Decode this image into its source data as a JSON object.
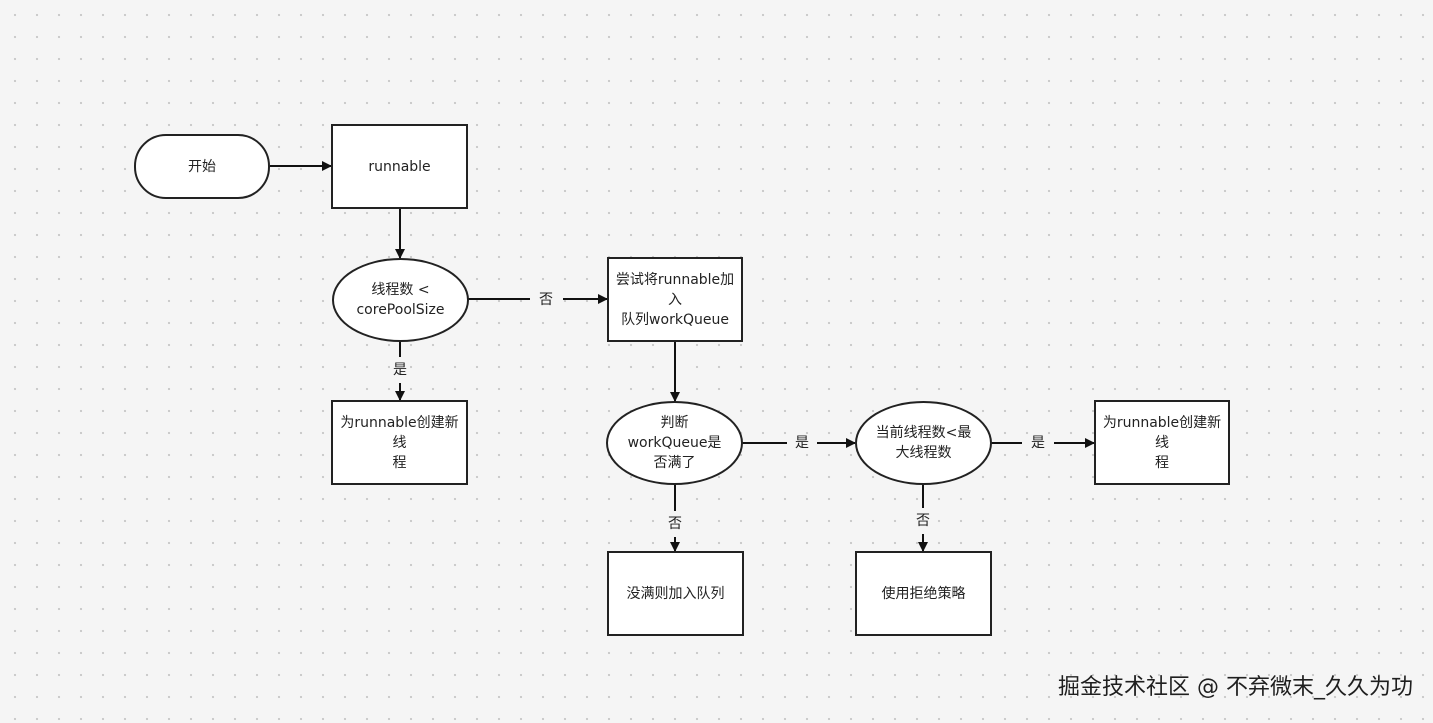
{
  "diagram": {
    "nodes": {
      "start": "开始",
      "runnable": "runnable",
      "check_core": "线程数 <\ncorePoolSize",
      "create_thread_1": "为runnable创建新线\n程",
      "try_queue": "尝试将runnable加入\n队列workQueue",
      "queue_full": "判断\nworkQueue是\n否满了",
      "enqueue": "没满则加入队列",
      "check_max": "当前线程数<最\n大线程数",
      "create_thread_2": "为runnable创建新线\n程",
      "reject": "使用拒绝策略"
    },
    "edge_labels": {
      "core_no": "否",
      "core_yes": "是",
      "full_yes": "是",
      "full_no": "否",
      "max_yes": "是",
      "max_no": "否"
    }
  },
  "watermark": "掘金技术社区 @ 不弃微末_久久为功"
}
